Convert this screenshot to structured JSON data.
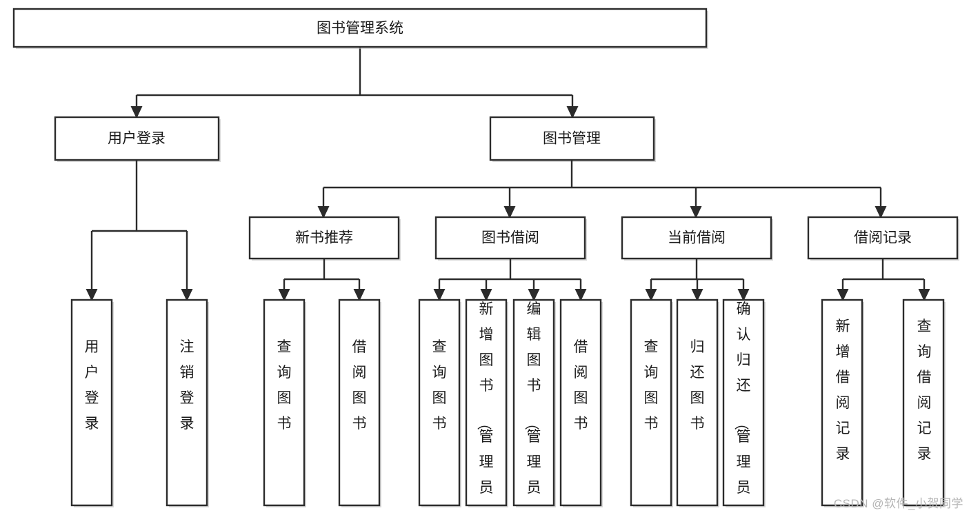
{
  "diagram": {
    "title": "图书管理系统",
    "type": "tree-hierarchy-diagram",
    "colors": {
      "box_stroke": "#2b2b2b",
      "box_fill": "#ffffff",
      "text": "#1b1b1b",
      "background": "#ffffff",
      "watermark": "#b5b5b5"
    },
    "root": {
      "label": "图书管理系统"
    },
    "level2": [
      {
        "label": "用户登录"
      },
      {
        "label": "图书管理"
      }
    ],
    "level3": [
      {
        "label": "新书推荐"
      },
      {
        "label": "图书借阅"
      },
      {
        "label": "当前借阅"
      },
      {
        "label": "借阅记录"
      }
    ],
    "leaves": {
      "user_login": [
        {
          "label": "用户登录"
        },
        {
          "label": "注销登录"
        }
      ],
      "new_book_recommend": [
        {
          "label": "查询图书"
        },
        {
          "label": "借阅图书"
        }
      ],
      "book_borrow": [
        {
          "label": "查询图书"
        },
        {
          "label": "新增图书（管理员）"
        },
        {
          "label": "编辑图书（管理员）"
        },
        {
          "label": "借阅图书"
        }
      ],
      "current_borrow": [
        {
          "label": "查询图书"
        },
        {
          "label": "归还图书"
        },
        {
          "label": "确认归还（管理员）"
        }
      ],
      "borrow_record": [
        {
          "label": "新增借阅记录"
        },
        {
          "label": "查询借阅记录"
        }
      ]
    }
  },
  "watermark": {
    "text": "CSDN @软件_小贺同学"
  }
}
